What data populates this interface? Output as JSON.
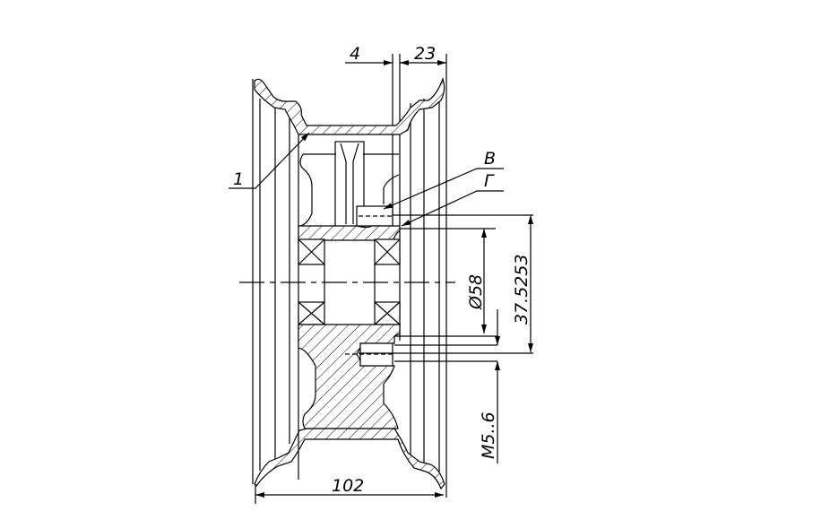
{
  "drawing": {
    "title": "Wheel rim with hub – sectional view",
    "dimensions": {
      "gap_4": "4",
      "width_23": "23",
      "overall_width": "102",
      "bore_diameter": "Ø58",
      "offset": "37.5253",
      "thread": "M5..6"
    },
    "callouts": {
      "part_1": "1",
      "surface_v": "В",
      "surface_g": "Г"
    },
    "colors": {
      "line": "#000000",
      "background": "#ffffff"
    }
  }
}
